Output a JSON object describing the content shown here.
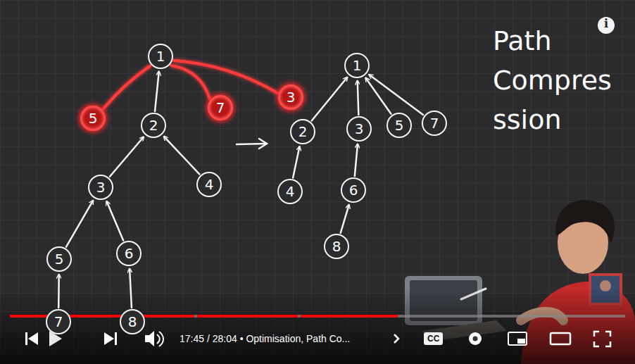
{
  "diagram": {
    "nodes": [
      {
        "text": [
          "1"
        ]
      },
      {
        "text": [
          "5"
        ]
      },
      {
        "text": [
          "7"
        ]
      },
      {
        "text": [
          "3"
        ]
      },
      {
        "text": [
          "2"
        ]
      },
      {
        "text": [
          "3"
        ]
      },
      {
        "text": [
          "4"
        ]
      },
      {
        "text": [
          "5"
        ]
      },
      {
        "text": [
          "6"
        ]
      },
      {
        "text": [
          "7"
        ]
      },
      {
        "text": [
          "8"
        ]
      },
      {
        "text": [
          "1"
        ]
      },
      {
        "text": [
          "2"
        ]
      },
      {
        "text": [
          "3"
        ]
      },
      {
        "text": [
          "5"
        ]
      },
      {
        "text": [
          "7"
        ]
      },
      {
        "text": [
          "4"
        ]
      },
      {
        "text": [
          "6"
        ]
      },
      {
        "text": [
          "8"
        ]
      }
    ],
    "edges": [
      {
        "from": 4,
        "to": 0,
        "arrow": "to"
      },
      {
        "from": 5,
        "to": 4,
        "arrow": "to"
      },
      {
        "from": 6,
        "to": 4,
        "arrow": "to"
      },
      {
        "from": 7,
        "to": 5,
        "arrow": "to"
      },
      {
        "from": 8,
        "to": 5,
        "arrow": "to"
      },
      {
        "from": 9,
        "to": 7,
        "arrow": "to"
      },
      {
        "from": 10,
        "to": 8,
        "arrow": "to"
      },
      {
        "from": 0,
        "to": 1,
        "arrow": "none"
      },
      {
        "from": 0,
        "to": 2,
        "arrow": "none"
      },
      {
        "from": 0,
        "to": 3,
        "arrow": "none"
      },
      {
        "from": 12,
        "to": 11,
        "arrow": "to"
      },
      {
        "from": 13,
        "to": 11,
        "arrow": "to"
      },
      {
        "from": 14,
        "to": 11,
        "arrow": "to"
      },
      {
        "from": 15,
        "to": 11,
        "arrow": "to"
      },
      {
        "from": 16,
        "to": 12,
        "arrow": "to"
      },
      {
        "from": 17,
        "to": 13,
        "arrow": "to"
      },
      {
        "from": 18,
        "to": 17,
        "arrow": "to"
      }
    ],
    "labels": [
      "Path Compres ssion",
      "i",
      "17:45 / 28:04 • Optimisation, Path Co...",
      "CC"
    ]
  }
}
